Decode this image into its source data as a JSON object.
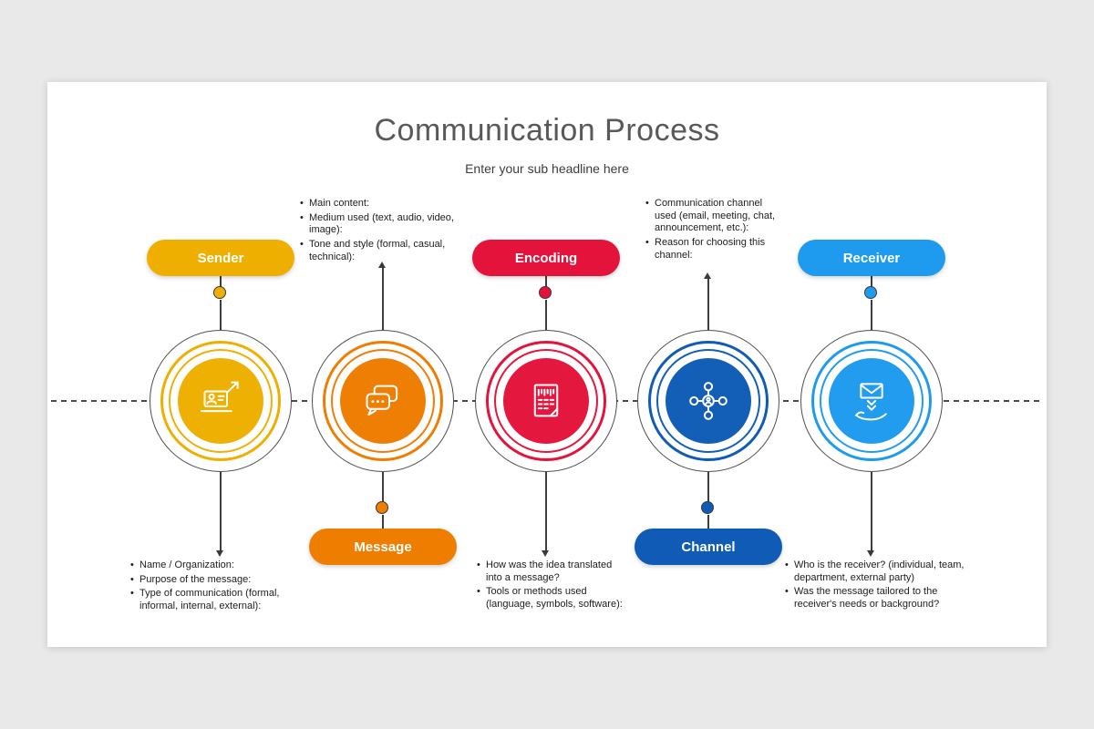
{
  "slide": {
    "title": "Communication Process",
    "subtitle": "Enter your sub headline here"
  },
  "stages": [
    {
      "label": "Sender",
      "color": "#EFAF00",
      "icon": "laptop-send-icon",
      "pill_position": "top",
      "notes": [
        "Name / Organization:",
        "Purpose of the message:",
        "Type of communication (formal, informal, internal, external):"
      ]
    },
    {
      "label": "Message",
      "color": "#EE7D00",
      "icon": "chat-bubbles-icon",
      "pill_position": "bottom",
      "notes": [
        "Main content:",
        "Medium used (text, audio, video, image):",
        "Tone and style (formal, casual, technical):"
      ]
    },
    {
      "label": "Encoding",
      "color": "#E4133C",
      "icon": "encoded-document-icon",
      "pill_position": "top",
      "notes": [
        "How was the idea translated into a message?",
        "Tools or methods used (language, symbols, software):"
      ]
    },
    {
      "label": "Channel",
      "color": "#0F5BB5",
      "icon": "network-nodes-icon",
      "pill_position": "bottom",
      "notes": [
        "Communication channel used (email, meeting, chat, announcement, etc.):",
        "Reason for choosing this channel:"
      ]
    },
    {
      "label": "Receiver",
      "color": "#1E9BEE",
      "icon": "hand-envelope-icon",
      "pill_position": "top",
      "notes": [
        "Who is the receiver? (individual, team, department, external party)",
        "Was the message tailored to the receiver's needs or background?"
      ]
    }
  ]
}
